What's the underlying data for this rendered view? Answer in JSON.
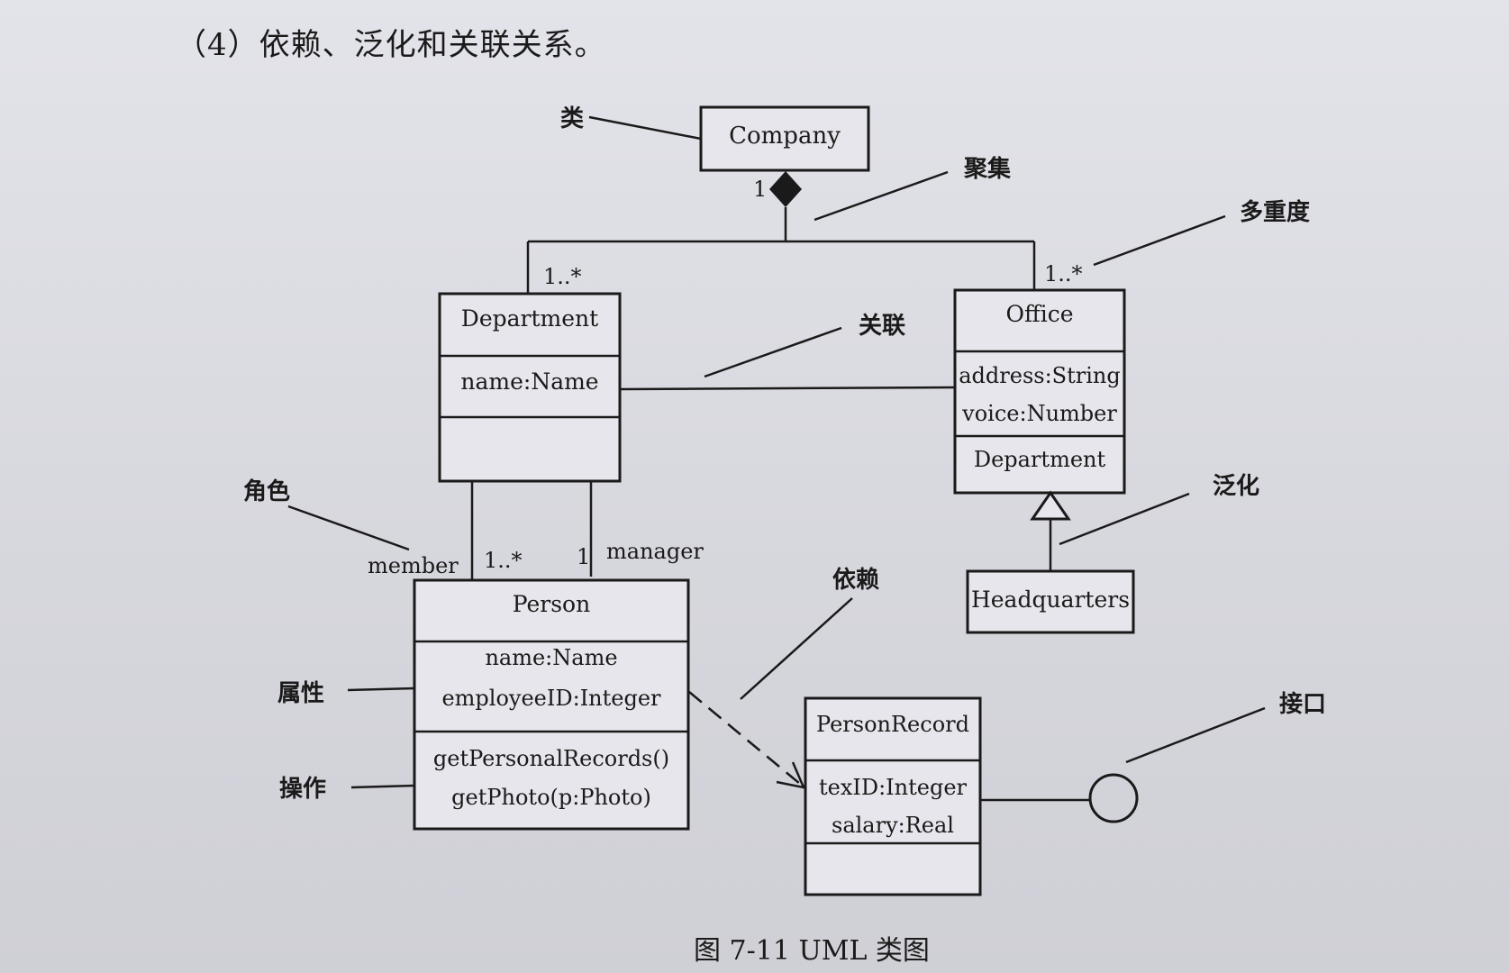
{
  "heading": "（4）依赖、泛化和关联关系。",
  "caption": "图 7-11    UML 类图",
  "classes": {
    "company": {
      "name": "Company"
    },
    "department": {
      "name": "Department",
      "attributes": [
        "name:Name"
      ]
    },
    "office": {
      "name": "Office",
      "attributes": [
        "address:String",
        "voice:Number"
      ],
      "operations": [
        "Department"
      ]
    },
    "headquarters": {
      "name": "Headquarters"
    },
    "person": {
      "name": "Person",
      "attributes": [
        "name:Name",
        "employeeID:Integer"
      ],
      "operations": [
        "getPersonalRecords()",
        "getPhoto(p:Photo)"
      ]
    },
    "personrecord": {
      "name": "PersonRecord",
      "attributes": [
        "texID:Integer",
        "salary:Real"
      ]
    }
  },
  "multiplicities": {
    "company": "1",
    "department": "1..*",
    "office": "1..*",
    "member": "1..*",
    "manager": "1"
  },
  "roles": {
    "member": "member",
    "manager": "manager"
  },
  "annotations": {
    "class": "类",
    "aggregation": "聚集",
    "multiplicity": "多重度",
    "association": "关联",
    "generalization": "泛化",
    "role": "角色",
    "dependency": "依赖",
    "attribute": "属性",
    "operation": "操作",
    "interface": "接口"
  }
}
